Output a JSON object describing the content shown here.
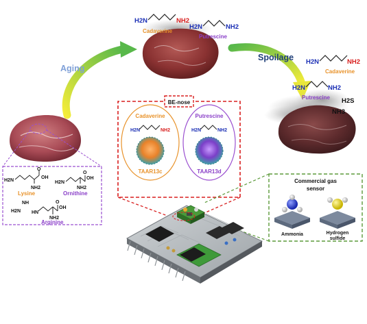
{
  "flow": {
    "aging_label": "Aging",
    "spoilage_label": "Spoilage"
  },
  "fresh_panel": {
    "lysine": "Lysine",
    "ornithine": "Ornithine",
    "arginine": "Arginine"
  },
  "aged_meat": {
    "cadaverine": "Cadaverine",
    "putrescine": "Putrescine"
  },
  "spoiled_meat": {
    "cadaverine": "Cadaverine",
    "putrescine": "Putrescine",
    "h2s": "H2S",
    "nh3": "NH3"
  },
  "be_nose": {
    "title": "BE-nose",
    "left_ligand": "Cadaverine",
    "left_receptor": "TAAR13c",
    "right_ligand": "Putrescine",
    "right_receptor": "TAAR13d"
  },
  "gas_sensor": {
    "title_line1": "Commercial gas",
    "title_line2": "sensor",
    "ammonia": "Ammonia",
    "h2s_line1": "Hydrogen",
    "h2s_line2": "sulfide"
  },
  "chem": {
    "nh2": "NH2",
    "h2n": "H2N",
    "oh": "OH",
    "o": "O",
    "nh": "NH",
    "hn": "HN"
  },
  "colors": {
    "orange": "#e8922a",
    "purple": "#8a3fc8",
    "blue_n": "#1b2fb5",
    "red_n": "#d8201f",
    "dashed_red": "#d81e1e",
    "dashed_green": "#5c9a3a",
    "dashed_purple": "#9a4fd0",
    "aging_blue": "#7fa0d8",
    "spoilage_blue": "#1f3f78",
    "meat": "#8a2f2f"
  }
}
